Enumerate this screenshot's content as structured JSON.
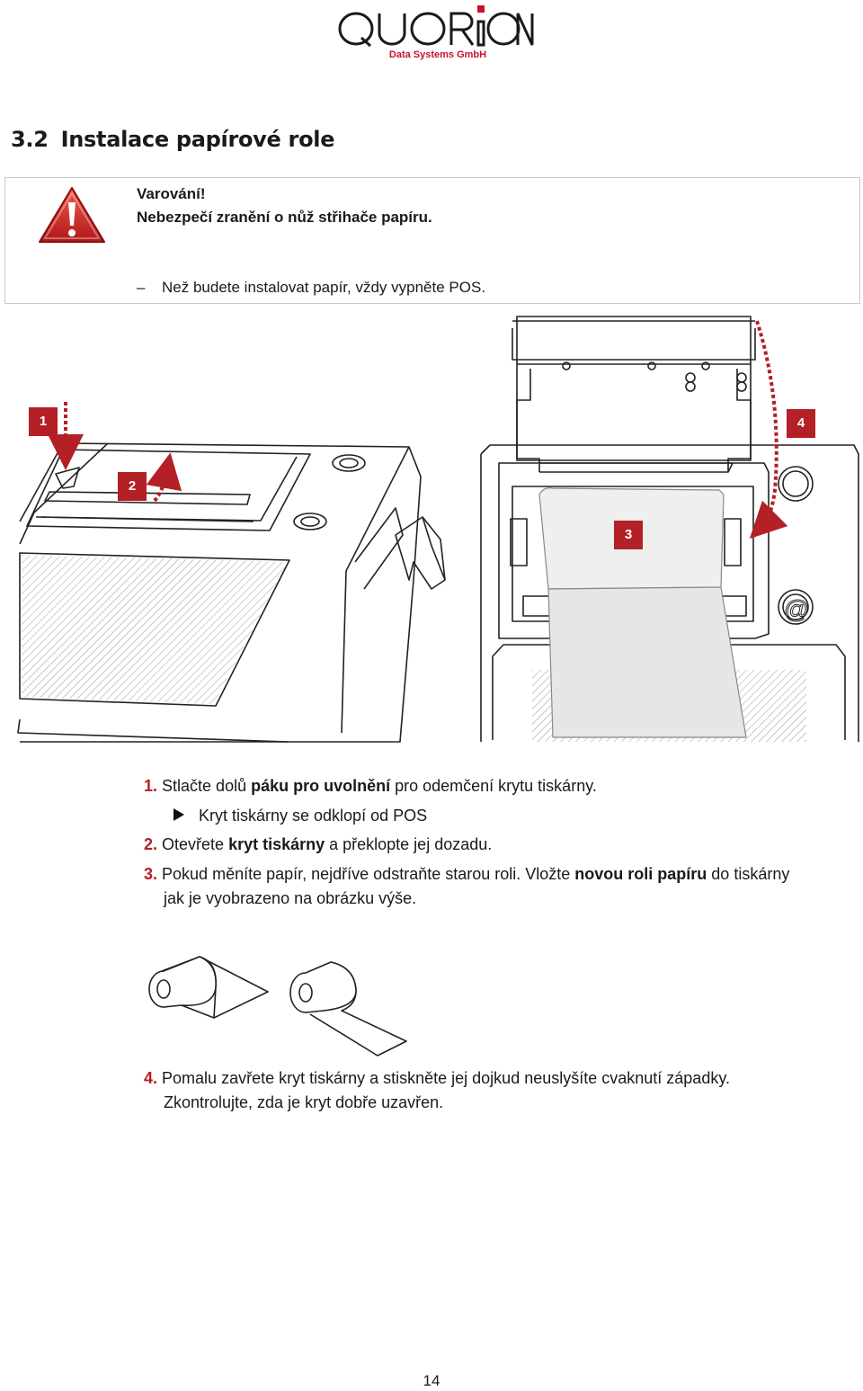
{
  "logo": {
    "brand": "QUORiON",
    "tagline": "Data Systems GmbH",
    "accent_color": "#c8102e"
  },
  "heading": {
    "number": "3.2",
    "title": "Instalace papírové role"
  },
  "warning": {
    "icon": "warning-triangle-icon",
    "title": "Varování!",
    "text": "Nebezpečí zranění o nůž střihače papíru.",
    "dash": "–",
    "note": "Než budete instalovat papír, vždy vypněte POS."
  },
  "illustration": {
    "badges": [
      "1",
      "2",
      "3",
      "4"
    ],
    "badge_color": "#b32025"
  },
  "steps": {
    "s1": {
      "n": "1.",
      "pre": "Stlačte dolů ",
      "bold": "páku pro uvolnění",
      "post": " pro odemčení krytu tiskárny.",
      "sub": "Kryt tiskárny se odklopí od POS"
    },
    "s2": {
      "n": "2.",
      "pre": "Otevřete ",
      "bold": "kryt tiskárny",
      "post": " a překlopte jej dozadu."
    },
    "s3": {
      "n": "3.",
      "pre": "Pokud měníte papír, nejdříve odstraňte starou roli. Vložte ",
      "bold": "novou roli papíru",
      "post": " do tiskárny",
      "line2": "jak je vyobrazeno na obrázku výše."
    },
    "s4": {
      "n": "4.",
      "line1": "Pomalu zavřete kryt tiskárny a stiskněte jej dojkud neuslyšíte cvaknutí západky.",
      "line2": "Zkontrolujte, zda je kryt dobře uzavřen."
    }
  },
  "page_number": "14"
}
